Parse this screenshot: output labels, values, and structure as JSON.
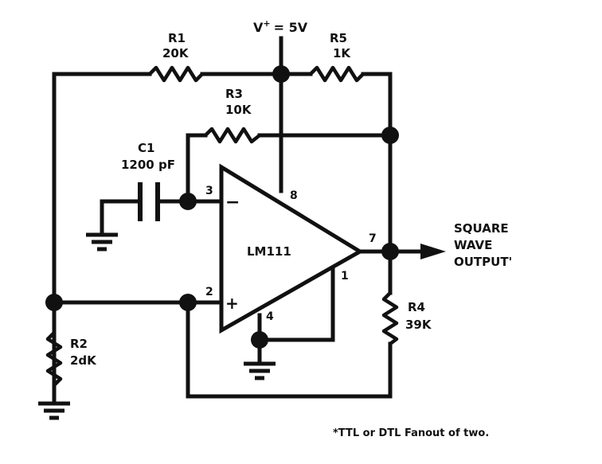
{
  "supply": {
    "label": "V",
    "superscript": "+",
    "value": "= 5V"
  },
  "components": {
    "R1": {
      "name": "R1",
      "value": "20K"
    },
    "R5": {
      "name": "R5",
      "value": "1K"
    },
    "R3": {
      "name": "R3",
      "value": "10K"
    },
    "C1": {
      "name": "C1",
      "value": "1200 pF"
    },
    "R2": {
      "name": "R2",
      "value": "2dK"
    },
    "R4": {
      "name": "R4",
      "value": "39K"
    },
    "U1": {
      "name": "LM111"
    }
  },
  "pins": {
    "p3": "3",
    "p2": "2",
    "p8": "8",
    "p7": "7",
    "p1": "1",
    "p4": "4"
  },
  "op_inputs": {
    "minus": "−",
    "plus": "+"
  },
  "output": {
    "line1": "SQUARE",
    "line2": "WAVE",
    "line3": "OUTPUT'"
  },
  "footnote": "*TTL or DTL Fanout of two."
}
